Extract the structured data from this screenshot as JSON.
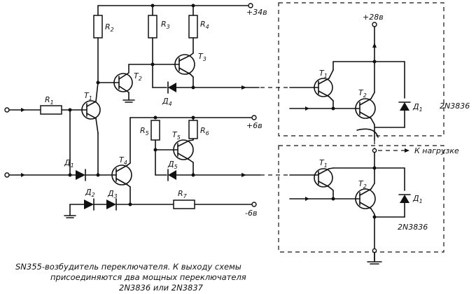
{
  "labels": {
    "R1": "R",
    "R1_sub": "1",
    "R2": "R",
    "R2_sub": "2",
    "R3": "R",
    "R3_sub": "3",
    "R4": "R",
    "R4_sub": "4",
    "R5": "R",
    "R5_sub": "5",
    "R6": "R",
    "R6_sub": "6",
    "R7": "R",
    "R7_sub": "7",
    "T1": "T",
    "T1_sub": "1",
    "T2": "T",
    "T2_sub": "2",
    "T3": "T",
    "T3_sub": "3",
    "T4": "T",
    "T4_sub": "4",
    "T5": "T",
    "T5_sub": "5",
    "D1": "Д",
    "D1_sub": "1",
    "D2": "Д",
    "D2_sub": "2",
    "D3": "Д",
    "D3_sub": "3",
    "D4": "Д",
    "D4_sub": "4",
    "D5": "Д",
    "D5_sub": "5",
    "U1_T1": "T",
    "U1_T1_sub": "1",
    "U1_T2": "T",
    "U1_T2_sub": "2",
    "U1_D1": "Д",
    "U1_D1_sub": "1",
    "U2_T1": "T",
    "U2_T1_sub": "1",
    "U2_T2": "T",
    "U2_T2_sub": "2",
    "U2_D1": "Д",
    "U2_D1_sub": "1"
  },
  "supplies": {
    "v34": "+34в",
    "v6": "+6в",
    "vneg6": "-6в",
    "v28": "+28в"
  },
  "part_numbers": {
    "upper": "2N3836",
    "lower": "2N3836"
  },
  "load_label": "К нагрузке",
  "caption": {
    "line1": "SN355-возбудитель переключателя. К выходу схемы",
    "line2": "присоединяются два мощных переключателя",
    "line3": "2N3836 или 2N3837"
  }
}
